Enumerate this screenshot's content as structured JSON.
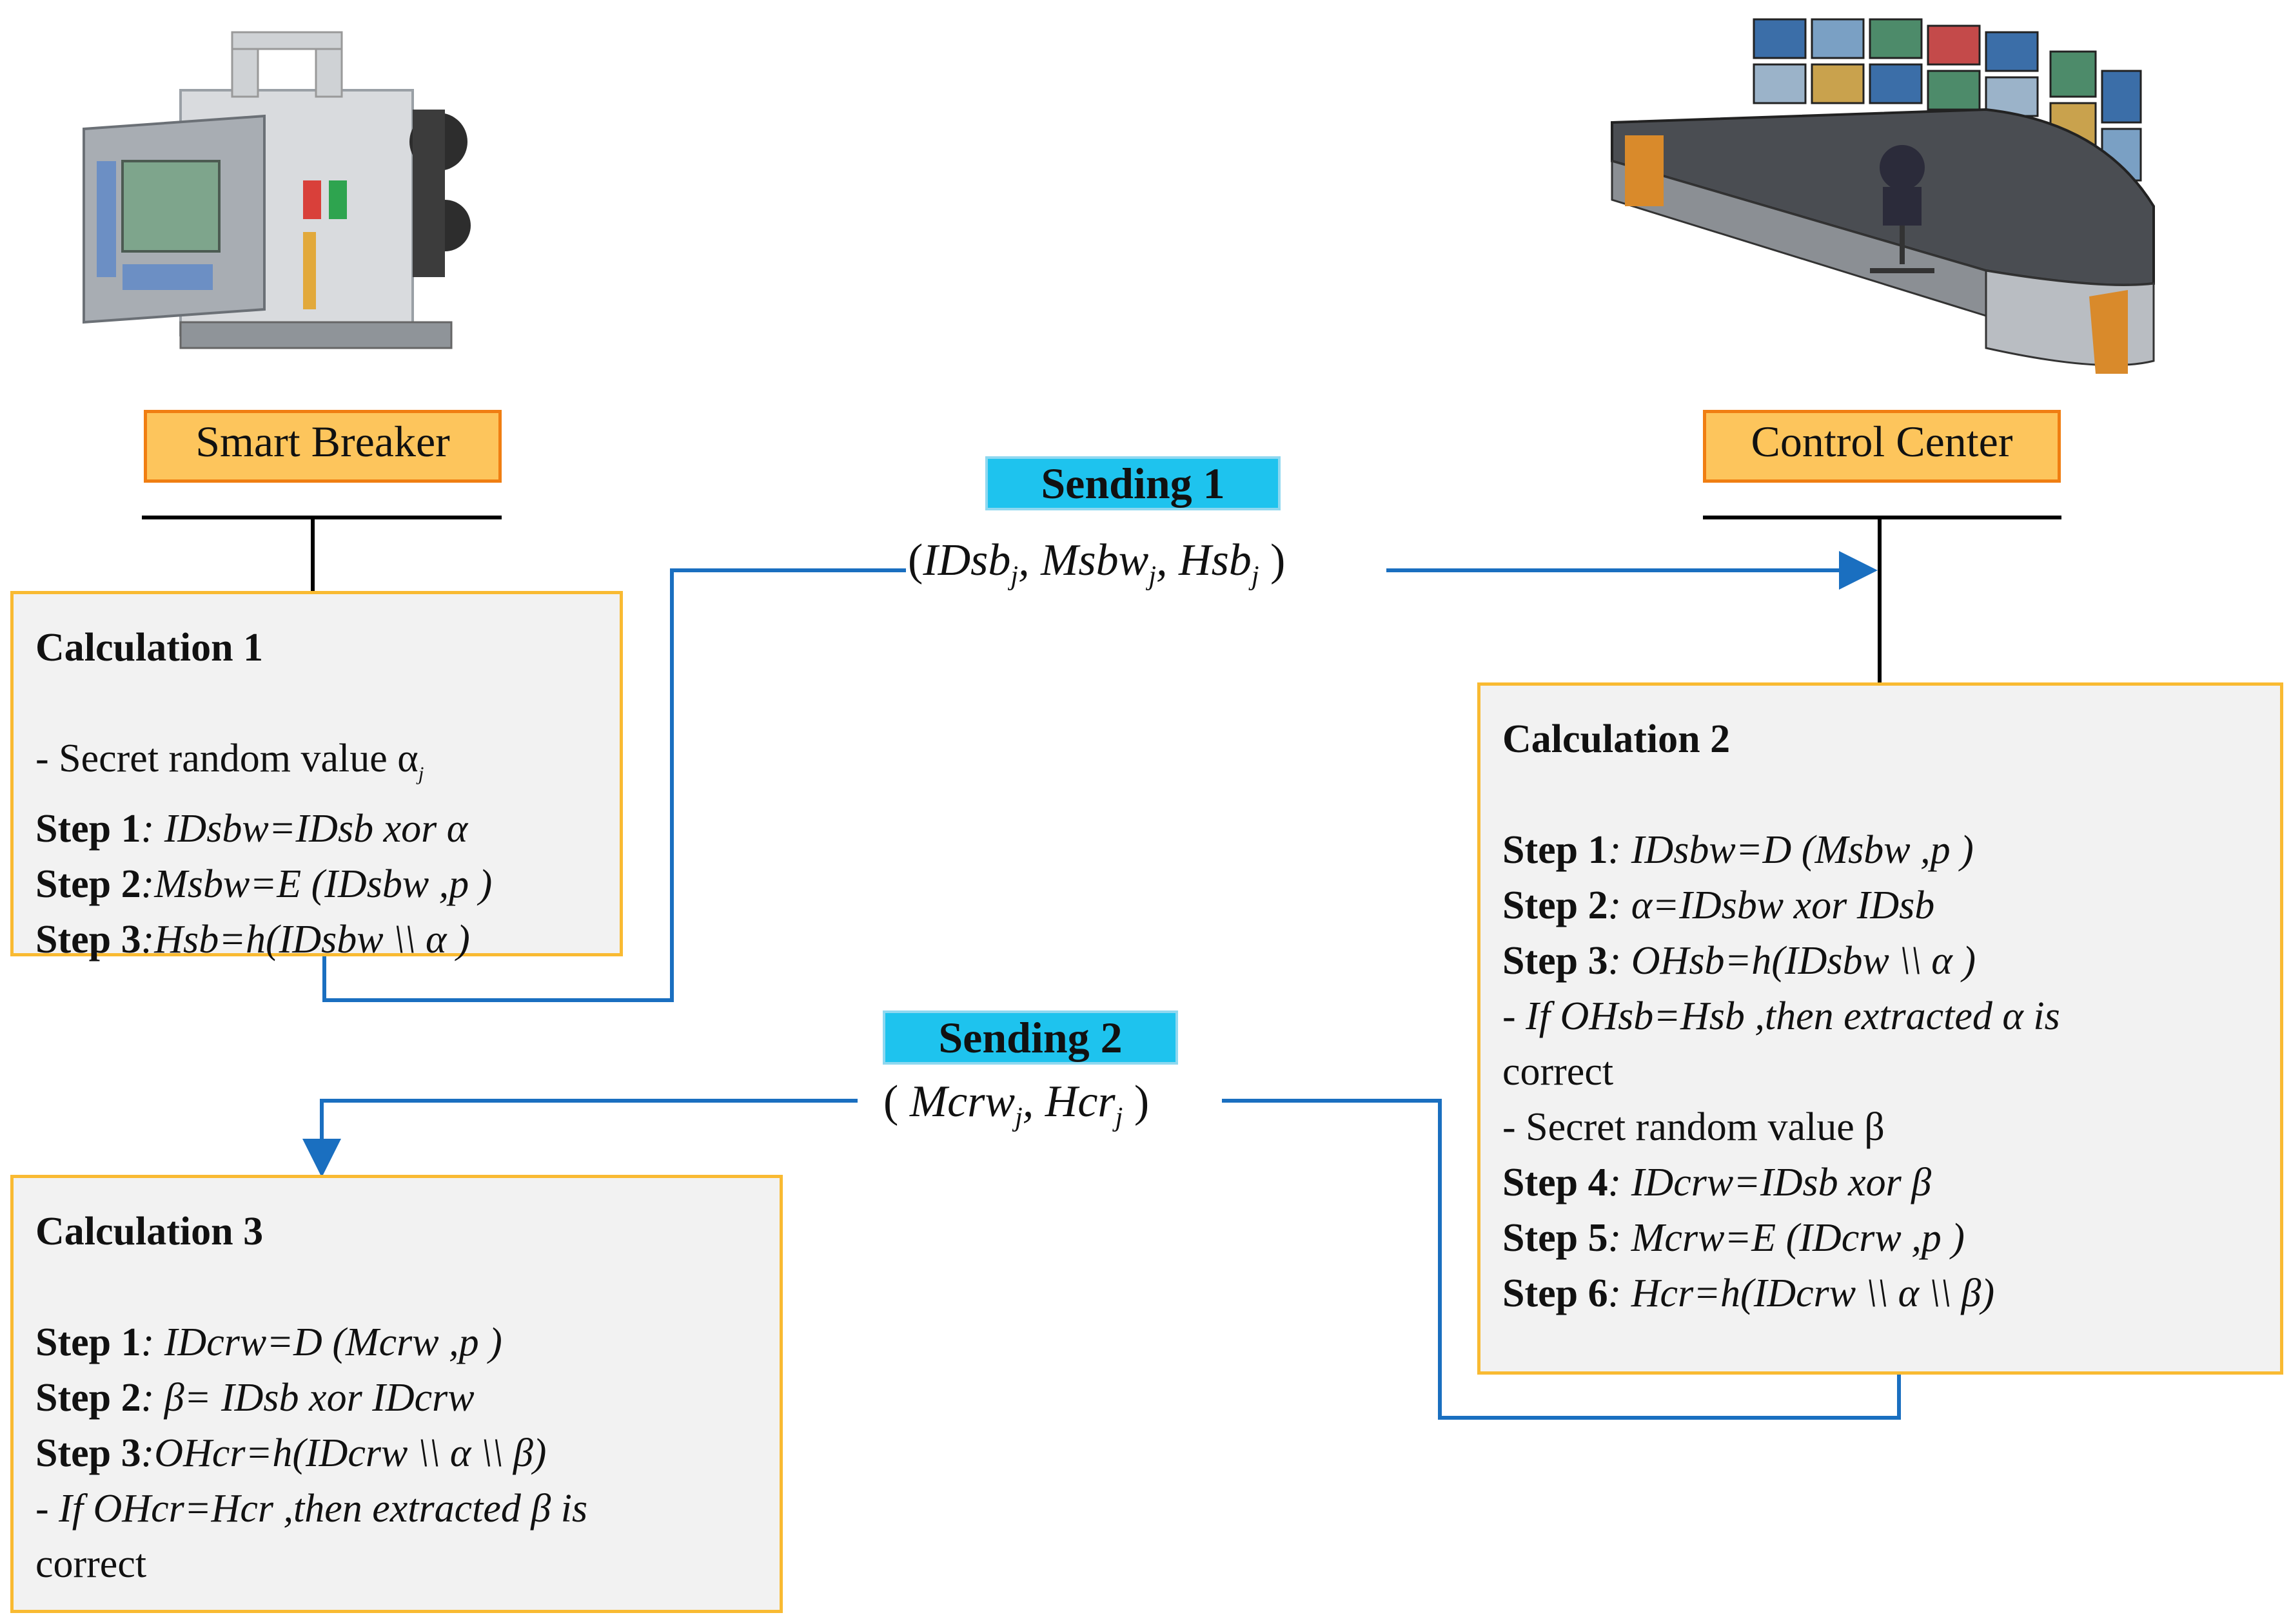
{
  "nodes": {
    "smart_breaker": "Smart Breaker",
    "control_center": "Control Center"
  },
  "sending1": {
    "label": "Sending 1",
    "open": "(",
    "a": "IDsb",
    "a_sub": "j",
    "b": ", Msbw",
    "b_sub": "j",
    "c": ", Hsb",
    "c_sub": "j",
    "close": " )"
  },
  "sending2": {
    "label": "Sending 2",
    "open": "( ",
    "a": "Mcrw",
    "a_sub": "j",
    "b": ", Hcr",
    "b_sub": "j",
    "close": " )"
  },
  "calc1": {
    "title": "Calculation 1",
    "lines": [
      {
        "step": "",
        "text": "- Secret random value α",
        "sub": "j"
      },
      {
        "step": "Step 1",
        "text": ": IDsbw=IDsb xor α"
      },
      {
        "step": "Step 2",
        "text": ":Msbw=E (IDsbw ,p )"
      },
      {
        "step": "Step 3",
        "text": ":Hsb=h(IDsbw \\\\ α )"
      }
    ]
  },
  "calc2": {
    "title": "Calculation 2",
    "lines": [
      {
        "step": "Step 1",
        "text": ": IDsbw=D (Msbw ,p )"
      },
      {
        "step": "Step 2",
        "text": ": α=IDsbw  xor  IDsb"
      },
      {
        "step": "Step 3",
        "text": ": OHsb=h(IDsbw \\\\ α )"
      },
      {
        "step": "",
        "text": "- If OHsb=Hsb ,then extracted α is"
      },
      {
        "step": "",
        "text": "correct"
      },
      {
        "step": "",
        "text": "- Secret random value β"
      },
      {
        "step": "Step 4",
        "text": ": IDcrw=IDsb xor β"
      },
      {
        "step": "Step 5",
        "text": ": Mcrw=E (IDcrw ,p )"
      },
      {
        "step": "Step 6",
        "text": ": Hcr=h(IDcrw \\\\ α \\\\ β)"
      }
    ]
  },
  "calc3": {
    "title": "Calculation 3",
    "lines": [
      {
        "step": "Step 1",
        "text": ": IDcrw=D (Mcrw ,p )"
      },
      {
        "step": "Step 2",
        "text": ": β= IDsb xor IDcrw"
      },
      {
        "step": "Step 3",
        "text": ":OHcr=h(IDcrw \\\\ α \\\\ β)"
      },
      {
        "step": "",
        "text": "- If OHcr=Hcr ,then extracted β is"
      },
      {
        "step": "",
        "text": "correct"
      }
    ]
  },
  "colors": {
    "node_fill": "#fdc55c",
    "node_border": "#f07e12",
    "send_fill": "#1ec3ee",
    "box_fill": "#f2f2f2",
    "box_border": "#f9ba32",
    "arrow": "#1a6fc0"
  }
}
